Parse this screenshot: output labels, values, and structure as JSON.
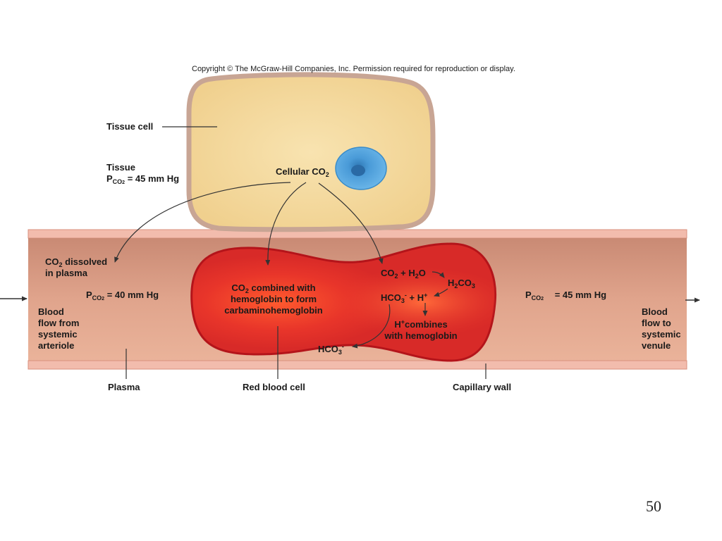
{
  "copyright": "Copyright © The McGraw-Hill Companies, Inc. Permission required for reproduction or display.",
  "labels": {
    "tissue_cell": "Tissue cell",
    "tissue": "Tissue",
    "tissue_pco2_p": "P",
    "tissue_pco2_sub": "CO",
    "tissue_pco2_subsub": "2",
    "tissue_pco2_value": " = 45 mm Hg",
    "cellular_co2": "Cellular CO",
    "cellular_co2_sub": "2",
    "co2_dissolved_a": "CO",
    "co2_dissolved_sub": "2",
    "co2_dissolved_b": " dissolved",
    "co2_dissolved_c": "in plasma",
    "plasma_pco2_p": "P",
    "plasma_pco2_sub": "CO",
    "plasma_pco2_subsub": "2",
    "plasma_pco2_value": " = 40 mm Hg",
    "blood_flow_from": [
      "Blood",
      "flow from",
      "systemic",
      "arteriole"
    ],
    "carbamino_a": "CO",
    "carbamino_sub": "2",
    "carbamino_b": " combined with",
    "carbamino_c": "hemoglobin to form",
    "carbamino_d": "carbaminohemoglobin",
    "eq1_a": "CO",
    "eq1_sub": "2",
    "eq1_b": " + H",
    "eq1_sub2": "2",
    "eq1_c": "O",
    "h2co3_a": "H",
    "h2co3_sub": "2",
    "h2co3_b": "CO",
    "h2co3_sub2": "3",
    "eq2_a": "HCO",
    "eq2_sub": "3",
    "eq2_sup": "-",
    "eq2_b": " + H",
    "eq2_sup2": "+",
    "hplus_a": "H",
    "hplus_sup": "+",
    "hplus_b": "combines",
    "hplus_c": "with hemoglobin",
    "hco3_a": "HCO",
    "hco3_sub": "3",
    "hco3_sup": "-",
    "venule_pco2_p": "P",
    "venule_pco2_sub": "CO",
    "venule_pco2_subsub": "2",
    "venule_pco2_value": " = 45 mm Hg",
    "blood_flow_to": [
      "Blood",
      "flow to",
      "systemic",
      "venule"
    ],
    "plasma": "Plasma",
    "red_blood_cell": "Red blood cell",
    "capillary_wall": "Capillary wall"
  },
  "slide_number": "50",
  "colors": {
    "tissue_cell_fill": "#f4d99b",
    "tissue_cell_border": "#c8a594",
    "nucleus": "#4ea3dd",
    "capillary_wall": "#f0b4a4",
    "plasma": "#d98f7a",
    "rbc": "#e0312a",
    "rbc_border": "#b4141a"
  }
}
